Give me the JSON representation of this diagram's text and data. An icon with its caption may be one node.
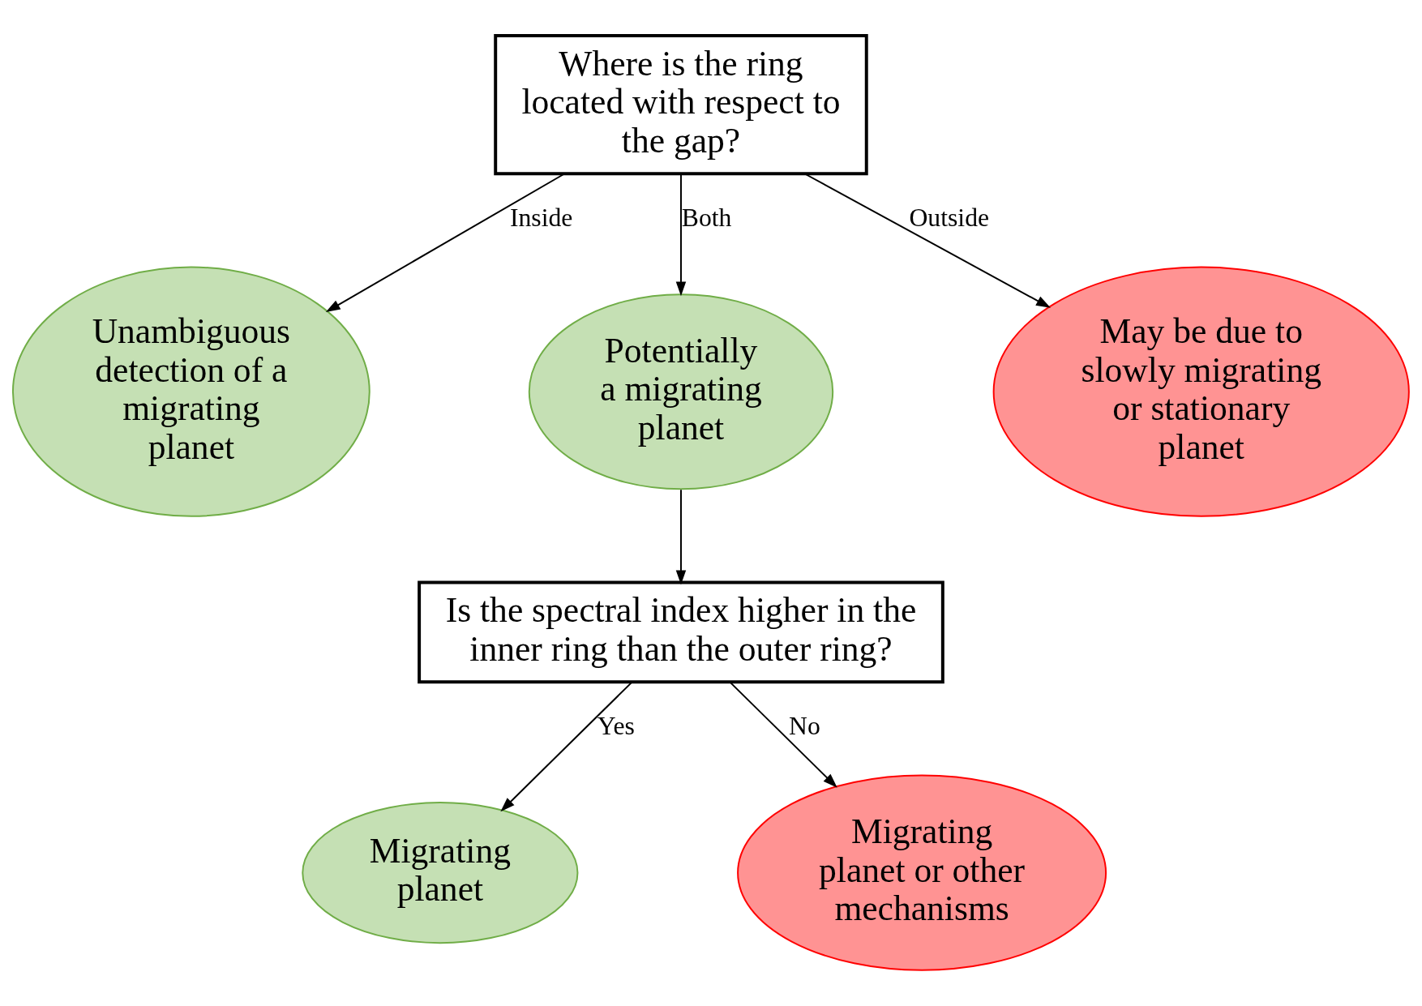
{
  "diagram": {
    "nodes": [
      {
        "text": [
          "Where is the ring located with respect to the gap?"
        ]
      },
      {
        "text": [
          "Unambiguous detection of a migrating planet"
        ]
      },
      {
        "text": [
          "Potentially a migrating planet"
        ]
      },
      {
        "text": [
          "May be due to slowly migrating or stationary planet"
        ]
      },
      {
        "text": [
          "Is the spectral index higher in the inner ring than the outer ring?"
        ]
      },
      {
        "text": [
          "Migrating planet"
        ]
      },
      {
        "text": [
          "Migrating planet or other mechanisms"
        ]
      }
    ],
    "edges": [
      {
        "from": 0,
        "to": 1,
        "arrow": "to",
        "label": "Inside"
      },
      {
        "from": 0,
        "to": 2,
        "arrow": "to",
        "label": "Both"
      },
      {
        "from": 0,
        "to": 3,
        "arrow": "to",
        "label": "Outside"
      },
      {
        "from": 2,
        "to": 4,
        "arrow": "to"
      },
      {
        "from": 4,
        "to": 5,
        "arrow": "to",
        "label": "Yes"
      },
      {
        "from": 4,
        "to": 6,
        "arrow": "to",
        "label": "No"
      }
    ]
  }
}
